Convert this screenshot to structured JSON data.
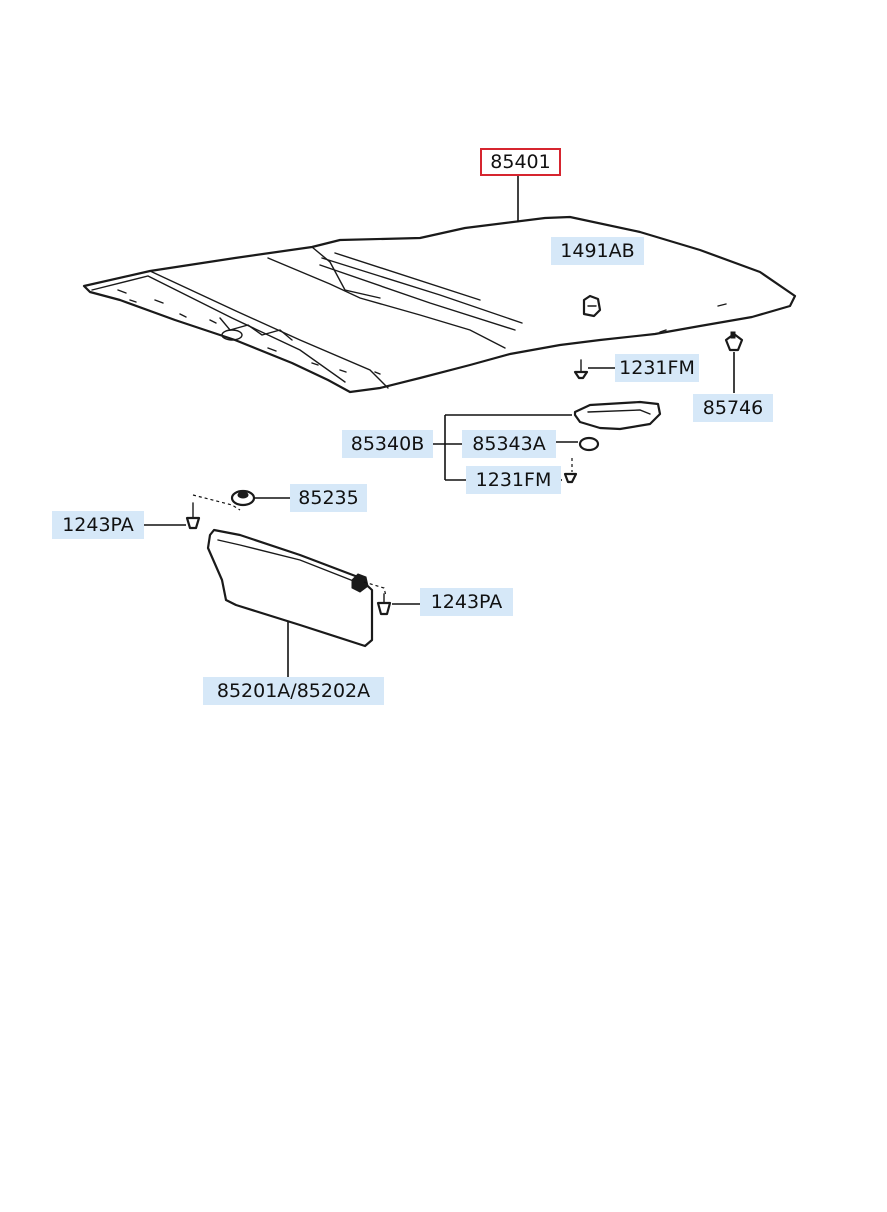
{
  "diagram": {
    "callouts": {
      "headlining": "85401",
      "clip_top": "1491AB",
      "screw_upper": "1231FM",
      "clip_right": "85746",
      "assist_handle_assy": "85340B",
      "handle_cap": "85343A",
      "screw_handle": "1231FM",
      "visor_holder": "85235",
      "screw_left": "1243PA",
      "screw_right": "1243PA",
      "sun_visor": "85201A/85202A"
    },
    "selected_callout": "85401",
    "colors": {
      "callout_fill": "#d6e8f8",
      "selected_border": "#d6252f",
      "line": "#1a1a1a"
    }
  }
}
